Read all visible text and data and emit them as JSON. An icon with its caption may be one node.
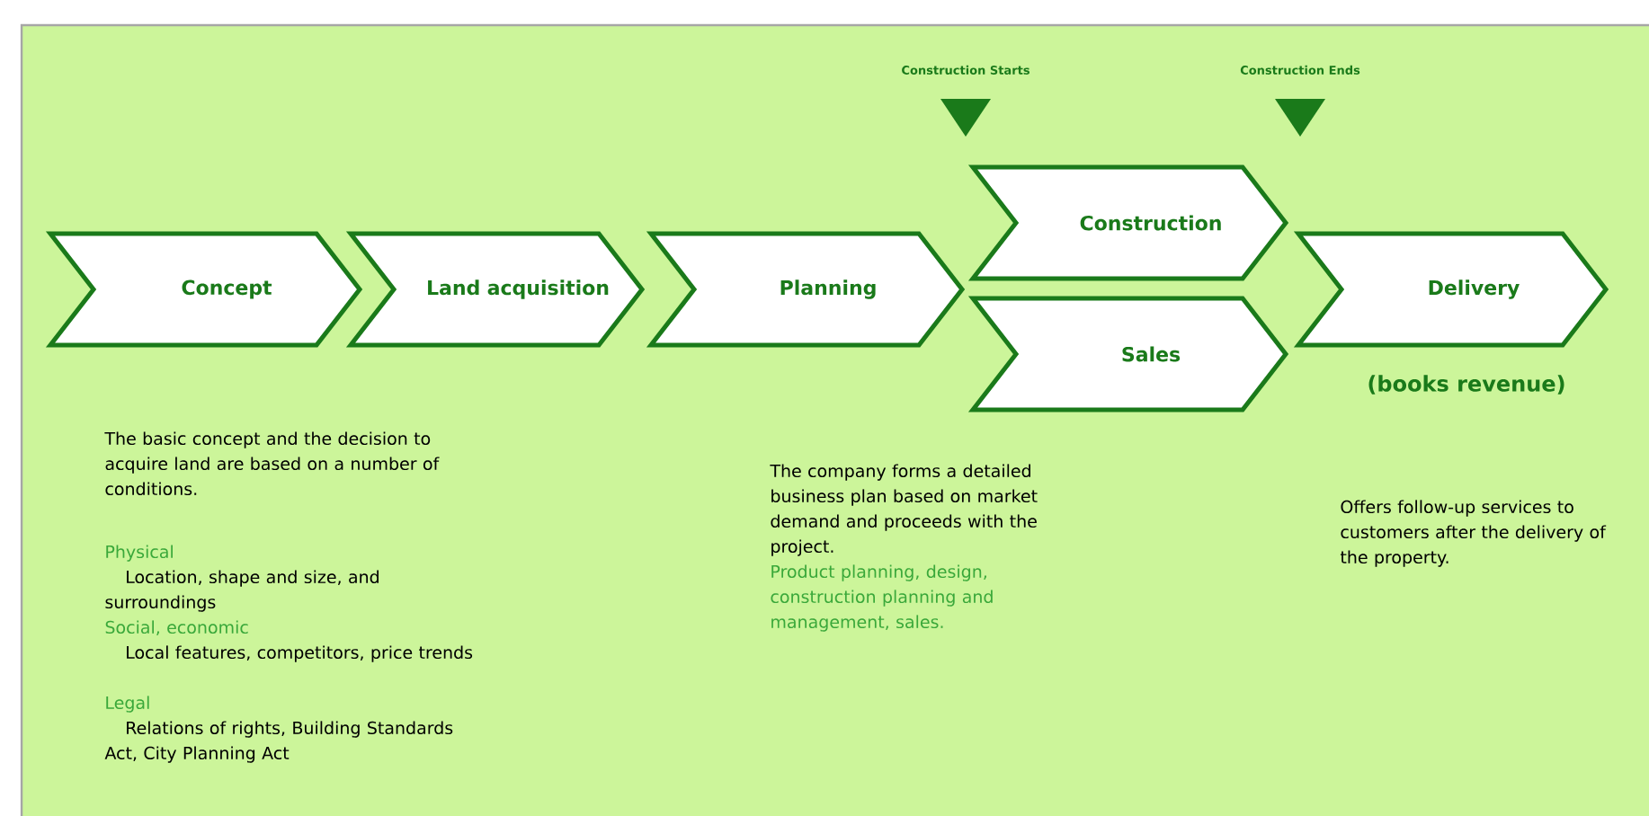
{
  "diagram": {
    "nodes": [
      {
        "text": [
          "Concept"
        ]
      },
      {
        "text": [
          "Land acquisition"
        ]
      },
      {
        "text": [
          "Planning"
        ]
      },
      {
        "text": [
          "Construction"
        ]
      },
      {
        "text": [
          "Sales"
        ]
      },
      {
        "text": [
          "Delivery"
        ],
        "beside": [
          "(books revenue)"
        ]
      }
    ],
    "labels": [
      "Construction Starts",
      "Construction Ends",
      "The basic concept and the decision to acquire land are based on a number of conditions.",
      "Physical",
      "Location, shape and size, and surroundings",
      "Social, economic",
      "Local features, competitors, price trends",
      "Legal",
      "Relations of rights, Building Standards Act, City Planning Act",
      "The company forms a detailed business plan based on market demand and proceeds with the project.",
      "Product planning, design, construction planning and management, sales.",
      "Offers follow-up services to customers after the delivery of the property."
    ]
  }
}
